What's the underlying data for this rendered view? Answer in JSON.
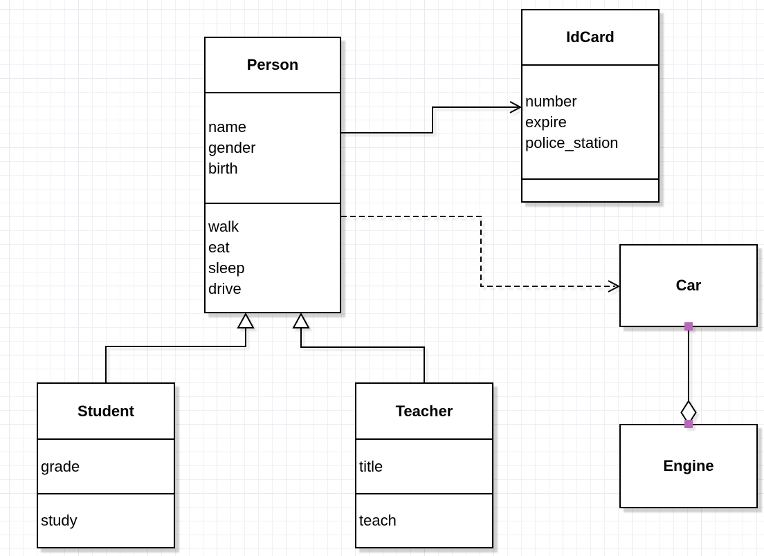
{
  "diagram": {
    "type": "uml-class-diagram",
    "classes": {
      "person": {
        "title": "Person",
        "attributes": [
          "name",
          "gender",
          "birth"
        ],
        "methods": [
          "walk",
          "eat",
          "sleep",
          "drive"
        ]
      },
      "idcard": {
        "title": "IdCard",
        "attributes": [
          "number",
          "expire",
          "police_station"
        ],
        "methods": []
      },
      "car": {
        "title": "Car"
      },
      "engine": {
        "title": "Engine"
      },
      "student": {
        "title": "Student",
        "attributes": [
          "grade"
        ],
        "methods": [
          "study"
        ]
      },
      "teacher": {
        "title": "Teacher",
        "attributes": [
          "title"
        ],
        "methods": [
          "teach"
        ]
      }
    },
    "relationships": [
      {
        "from": "Person",
        "to": "IdCard",
        "type": "association",
        "line": "solid",
        "arrowhead": "open"
      },
      {
        "from": "Person",
        "to": "Car",
        "type": "dependency",
        "line": "dashed",
        "arrowhead": "open"
      },
      {
        "from": "Student",
        "to": "Person",
        "type": "generalization",
        "line": "solid",
        "arrowhead": "hollow-triangle"
      },
      {
        "from": "Teacher",
        "to": "Person",
        "type": "generalization",
        "line": "solid",
        "arrowhead": "hollow-triangle"
      },
      {
        "from": "Car",
        "to": "Engine",
        "type": "aggregation",
        "line": "solid",
        "arrowhead": "hollow-diamond"
      }
    ],
    "colors": {
      "line": "#000000",
      "box_fill": "#ffffff",
      "box_border": "#000000",
      "endpoint_marker": "#b66ab6",
      "grid_line": "#f1f1f5",
      "canvas_background": "#ffffff",
      "shadow": "rgba(0,0,0,0.18)"
    }
  }
}
